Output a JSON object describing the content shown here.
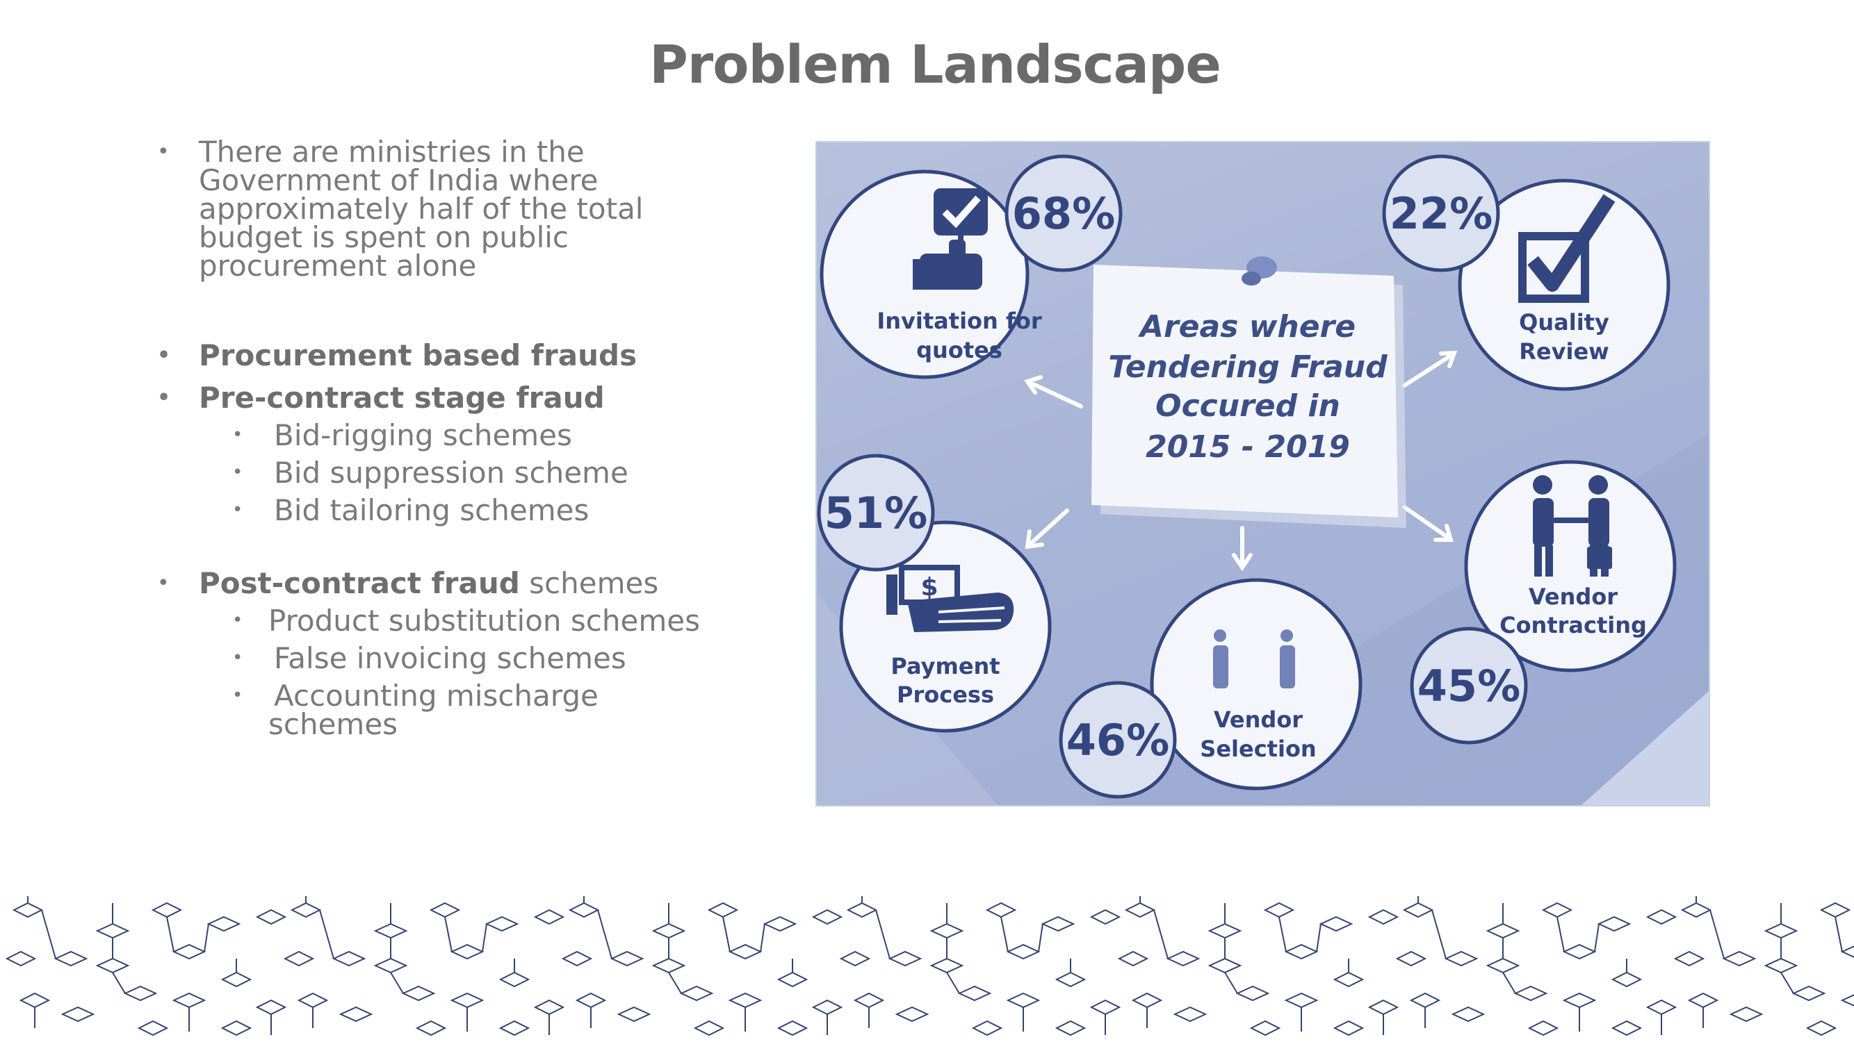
{
  "title": "Problem Landscape",
  "bullets": {
    "intro": [
      "There are ministries in the",
      "Government of India where",
      "approximately half of the total",
      "budget is spent on public",
      "procurement alone"
    ],
    "procurement_frauds": "Procurement based frauds",
    "pre_contract": "Pre-contract stage fraud",
    "pre_contract_items": [
      "Bid-rigging schemes",
      "Bid suppression scheme",
      "Bid tailoring schemes"
    ],
    "post_contract_bold": "Post-contract fraud",
    "post_contract_rest": " schemes",
    "post_contract_items": [
      "Product substitution schemes",
      "False invoicing schemes",
      "Accounting mischarge"
    ],
    "post_contract_items_cont": "schemes"
  },
  "infographic": {
    "note_lines": [
      "Areas where",
      "Tendering Fraud",
      "Occured in",
      "2015 - 2019"
    ],
    "areas": [
      {
        "label_lines": [
          "Invitation for",
          "quotes"
        ],
        "percent": "68%",
        "icon": "thumbs-up-checkbox-icon"
      },
      {
        "label_lines": [
          "Quality",
          "Review"
        ],
        "percent": "22%",
        "icon": "checkbox-checkmark-icon"
      },
      {
        "label_lines": [
          "Payment",
          "Process"
        ],
        "percent": "51%",
        "icon": "hand-money-icon"
      },
      {
        "label_lines": [
          "Vendor",
          "Selection"
        ],
        "percent": "46%",
        "icon": "two-people-icon"
      },
      {
        "label_lines": [
          "Vendor",
          "Contracting"
        ],
        "percent": "45%",
        "icon": "handshake-people-icon"
      }
    ],
    "colors": {
      "accent": "#33467f",
      "background": "#aab6d7",
      "circle_fill": "#f4f6fb"
    }
  }
}
